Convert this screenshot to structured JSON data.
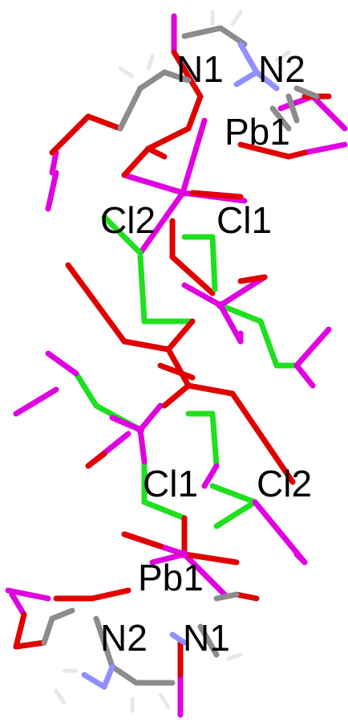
{
  "colors": {
    "lead": "#e000e0",
    "oxygen": "#e00000",
    "chlorine": "#1fe01f",
    "nitrogen": "#9090ff",
    "carbon": "#8c8c8c",
    "hydrogen": "#e8e8e8"
  },
  "labels": {
    "n1_top": "N1",
    "n2_top": "N2",
    "pb1_top": "Pb1",
    "cl2_upper": "Cl2",
    "cl1_upper": "Cl1",
    "cl1_lower": "Cl1",
    "cl2_lower": "Cl2",
    "pb1_bottom": "Pb1",
    "n2_bottom": "N2",
    "n1_bottom": "N1"
  }
}
